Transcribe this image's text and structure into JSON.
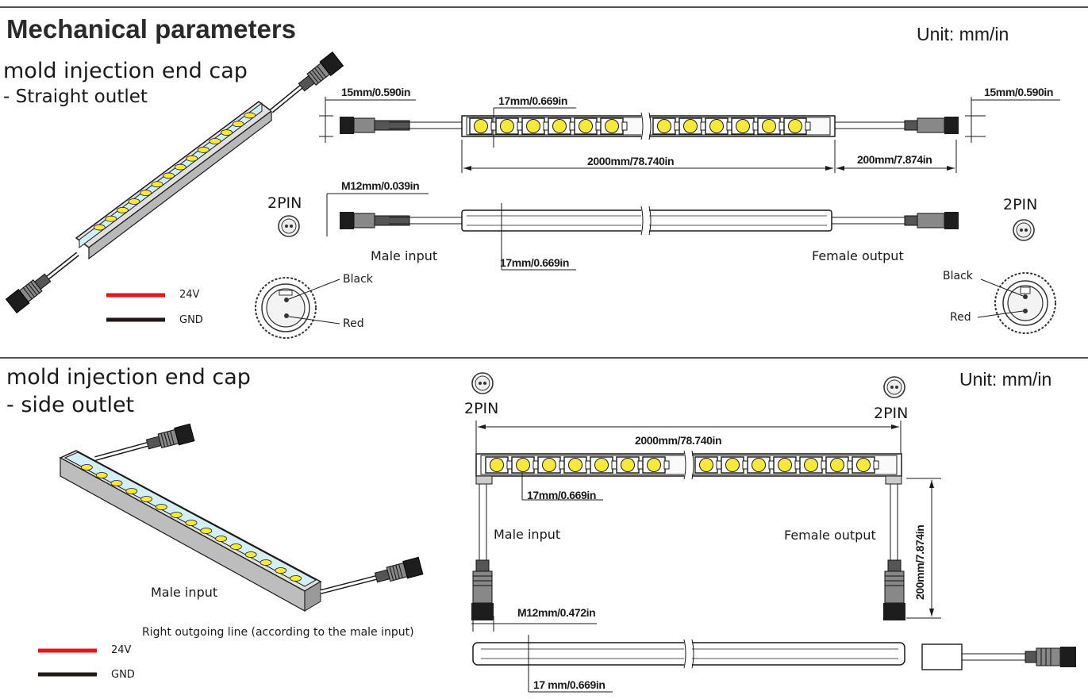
{
  "header": {
    "title": "Mechanical parameters",
    "unit_top": "Unit: mm/in"
  },
  "straight": {
    "subtitle_line1": "mold injection end cap",
    "subtitle_line2": "- Straight outlet",
    "dim_end_left": "15mm/0.590in",
    "dim_end_right": "15mm/0.590in",
    "dim_width_top": "17mm/0.669in",
    "dim_length": "2000mm/78.740in",
    "dim_cable": "200mm/7.874in",
    "dim_connector": "M12mm/0.039in",
    "dim_width_bottom": "17mm/0.669in",
    "pin_left": "2PIN",
    "pin_right": "2PIN",
    "male_input": "Male input",
    "female_output": "Female output",
    "left_black": "Black",
    "left_red": "Red",
    "right_black": "Black",
    "right_red": "Red",
    "legend": [
      {
        "label": "24V",
        "color": "#e8141c"
      },
      {
        "label": "GND",
        "color": "#231815"
      }
    ]
  },
  "side": {
    "subtitle_line1": "mold injection end cap",
    "subtitle_line2": "- side outlet",
    "unit": "Unit: mm/in",
    "pin_left": "2PIN",
    "pin_right": "2PIN",
    "dim_length": "2000mm/78.740in",
    "dim_width": "17mm/0.669in",
    "dim_cable": "200mm/7.874in",
    "dim_connector": "M12mm/0.472in",
    "dim_width_bottom": "17 mm/0.669in",
    "male_input_diagram": "Male input",
    "female_output": "Female output",
    "male_input_iso": "Male input",
    "note": "Right outgoing line (according to the male input)",
    "legend": [
      {
        "label": "24V",
        "color": "#e8141c"
      },
      {
        "label": "GND",
        "color": "#231815"
      }
    ]
  },
  "colors": {
    "led": "#f7e93a",
    "line": "#1a1a1a",
    "bar": "#e9e9e9"
  },
  "icons": [
    "connector-icon",
    "pin-socket-icon",
    "led-chip-icon"
  ]
}
